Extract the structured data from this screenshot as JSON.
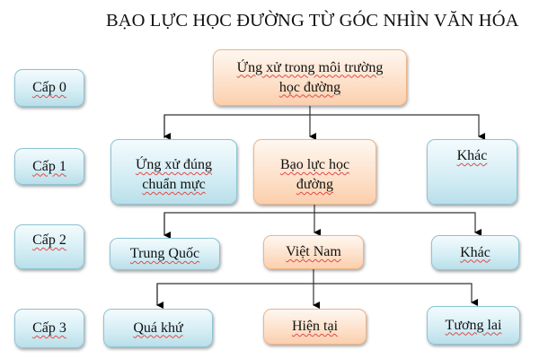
{
  "title": "BẠO LỰC HỌC ĐƯỜNG TỪ GÓC NHÌN VĂN HÓA",
  "colors": {
    "blue_border": "#8cc4d4",
    "blue_fill": "#d6eef5",
    "orange_border": "#f0b487",
    "orange_fill": "#fde0c9",
    "connector": "#000000"
  },
  "levels": [
    {
      "label": "Cấp 0"
    },
    {
      "label": "Cấp 1"
    },
    {
      "label": "Cấp 2"
    },
    {
      "label": "Cấp 3"
    }
  ],
  "nodes": {
    "root": {
      "line1": "Ứng xử trong môi trường",
      "line2": "học đường",
      "style": "orange"
    },
    "level1": [
      {
        "line1": "Ứng xử đúng",
        "line2": "chuẩn mực",
        "style": "blue"
      },
      {
        "line1": "Bạo lực học",
        "line2": "đường",
        "style": "orange"
      },
      {
        "line1": "Khác",
        "style": "blue"
      }
    ],
    "level2": [
      {
        "label": "Trung Quốc",
        "style": "blue"
      },
      {
        "label": "Việt Nam",
        "style": "orange"
      },
      {
        "label": "Khác",
        "style": "blue"
      }
    ],
    "level3": [
      {
        "label": "Quá khứ",
        "style": "blue"
      },
      {
        "label": "Hiện tại",
        "style": "orange"
      },
      {
        "label": "Tương lai",
        "style": "blue"
      }
    ]
  }
}
